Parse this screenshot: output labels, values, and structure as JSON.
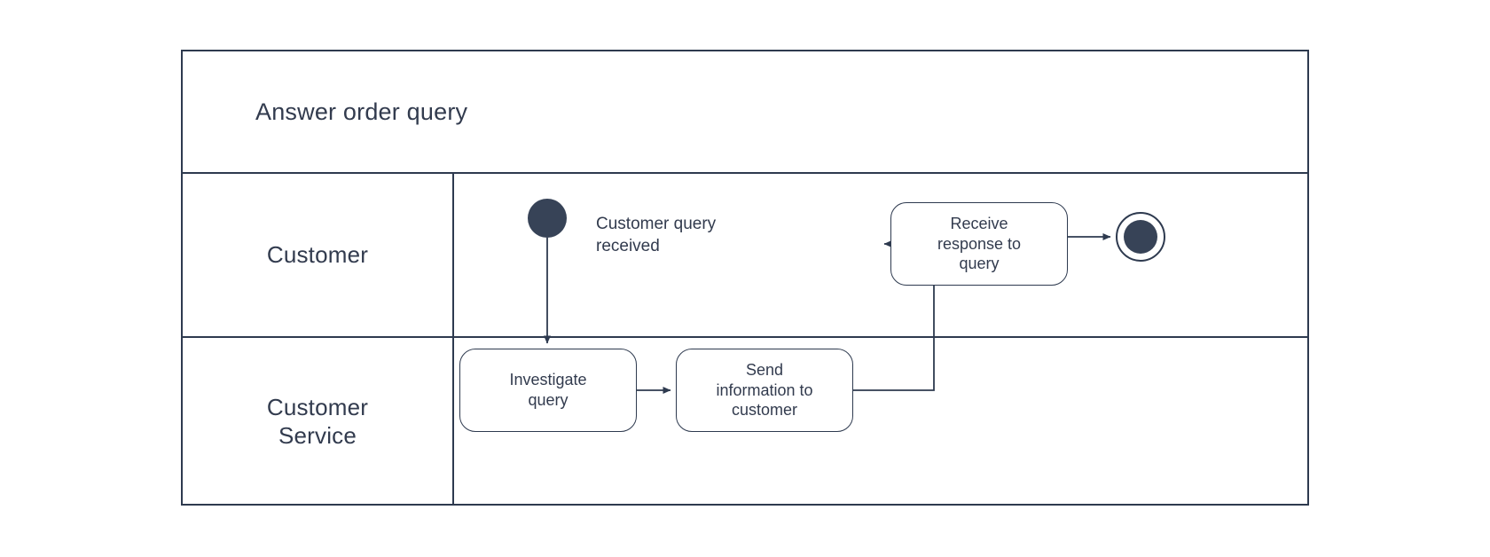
{
  "diagram": {
    "type": "uml-activity-swimlane",
    "title": "Answer order query",
    "colors": {
      "stroke": "#2e3a4f",
      "text": "#323b4e",
      "node_fill": "#374357",
      "background": "#ffffff"
    },
    "lanes": [
      {
        "id": "customer",
        "label": "Customer"
      },
      {
        "id": "customer-service",
        "label": "Customer\nService",
        "label_line1": "Customer",
        "label_line2": "Service"
      }
    ],
    "nodes": [
      {
        "id": "start",
        "kind": "initial-node",
        "lane": "customer",
        "label": "",
        "icon": "filled-circle-icon"
      },
      {
        "id": "start-note",
        "kind": "annotation",
        "lane": "customer",
        "label": "Customer query received",
        "label_line1": "Customer query",
        "label_line2": "received"
      },
      {
        "id": "investigate-query",
        "kind": "activity",
        "lane": "customer-service",
        "label": "Investigate query",
        "label_line1": "Investigate",
        "label_line2": "query"
      },
      {
        "id": "send-information",
        "kind": "activity",
        "lane": "customer-service",
        "label": "Send information to customer",
        "label_line1": "Send",
        "label_line2": "information to",
        "label_line3": "customer"
      },
      {
        "id": "receive-response",
        "kind": "activity",
        "lane": "customer",
        "label": "Receive response to query",
        "label_line1": "Receive",
        "label_line2": "response to",
        "label_line3": "query"
      },
      {
        "id": "end",
        "kind": "final-node",
        "lane": "customer",
        "label": "",
        "icon": "bullseye-circle-icon"
      }
    ],
    "edges": [
      {
        "from": "start",
        "to": "investigate-query",
        "label": ""
      },
      {
        "from": "investigate-query",
        "to": "send-information",
        "label": ""
      },
      {
        "from": "send-information",
        "to": "receive-response",
        "label": ""
      },
      {
        "from": "receive-response",
        "to": "end",
        "label": ""
      }
    ]
  }
}
